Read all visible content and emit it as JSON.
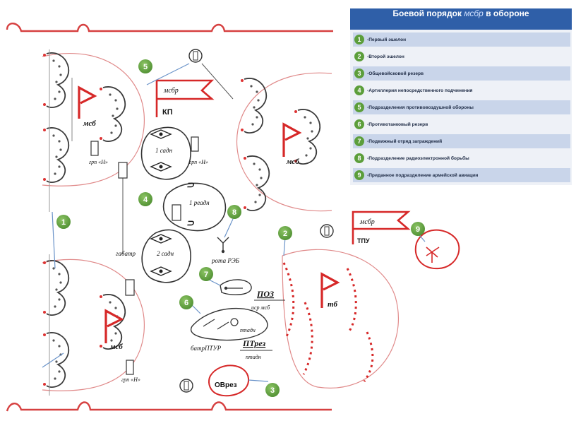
{
  "legend": {
    "title": "Боевой порядок",
    "title_unit": "мсбр",
    "title_tail": "в обороне",
    "items": [
      {
        "num": "1",
        "label": "-Первый эшелон"
      },
      {
        "num": "2",
        "label": "-Второй эшелон"
      },
      {
        "num": "3",
        "label": "-Общевойсковой резерв"
      },
      {
        "num": "4",
        "label": "-Артиллерия непосредственного подчинения"
      },
      {
        "num": "5",
        "label": "-Подразделения противовоздушной обороны"
      },
      {
        "num": "6",
        "label": "-Противотанковый резерв"
      },
      {
        "num": "7",
        "label": "-Подвижный отряд заграждений"
      },
      {
        "num": "8",
        "label": "-Подразделение радиоэлектронной борьбы"
      },
      {
        "num": "9",
        "label": "-Приданное подразделение армейской авиации"
      }
    ]
  },
  "labels": {
    "msb": "мсб",
    "tb": "тб",
    "msbr": "мсбр",
    "kp": "КП",
    "tpu": "ТПУ",
    "grp_h": "грп «Н»",
    "sadn1": "1 садн",
    "sadn2": "2 садн",
    "readn": "1 реадн",
    "gabatr": "габатр",
    "rota_reb": "рота РЭБ",
    "poz": "ПОЗ",
    "isr_msb": "иср  мсб",
    "ptrez": "ПТрез",
    "ptadn": "птадн",
    "batr_ptur": "батрПТУР",
    "otrez": "ОВрез"
  },
  "badges": [
    "1",
    "2",
    "3",
    "4",
    "5",
    "6",
    "7",
    "8",
    "9"
  ]
}
